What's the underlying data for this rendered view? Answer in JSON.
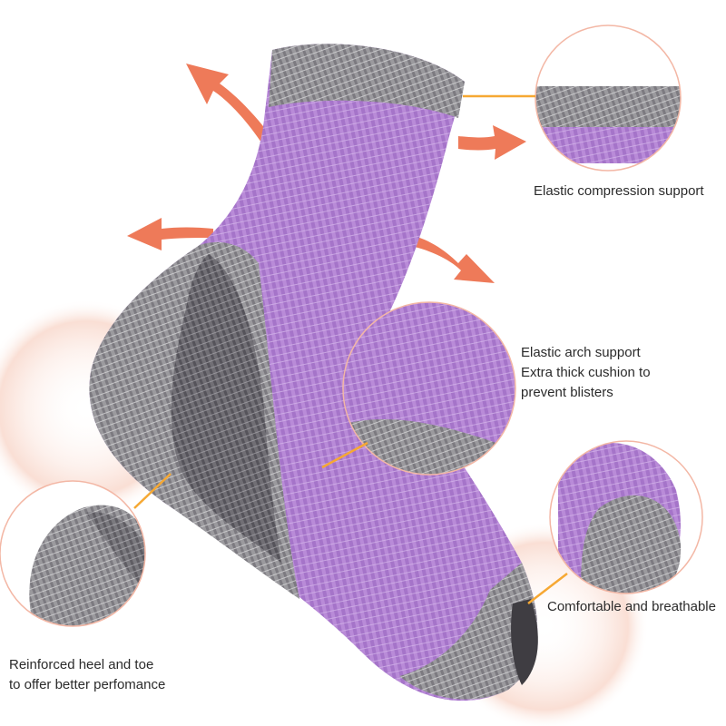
{
  "features": {
    "compression": {
      "lines": [
        "Elastic compression support"
      ]
    },
    "arch": {
      "lines": [
        "Elastic arch support",
        "Extra thick cushion to",
        "prevent blisters"
      ]
    },
    "breathable": {
      "lines": [
        "Comfortable and breathable"
      ]
    },
    "heel": {
      "lines": [
        "Reinforced heel and toe",
        "to offer better perfomance"
      ]
    }
  },
  "colors": {
    "sock_purple": "#a574c9",
    "sock_purple_light": "#c9a1e4",
    "sock_gray": "#8c8c8c",
    "sock_gray_dark": "#55535a",
    "sock_gray_light": "#cfcfcf",
    "arrow_orange": "#ee7a59",
    "leader_line": "#f6a833",
    "zoom_ring": "#f3b7a5"
  }
}
